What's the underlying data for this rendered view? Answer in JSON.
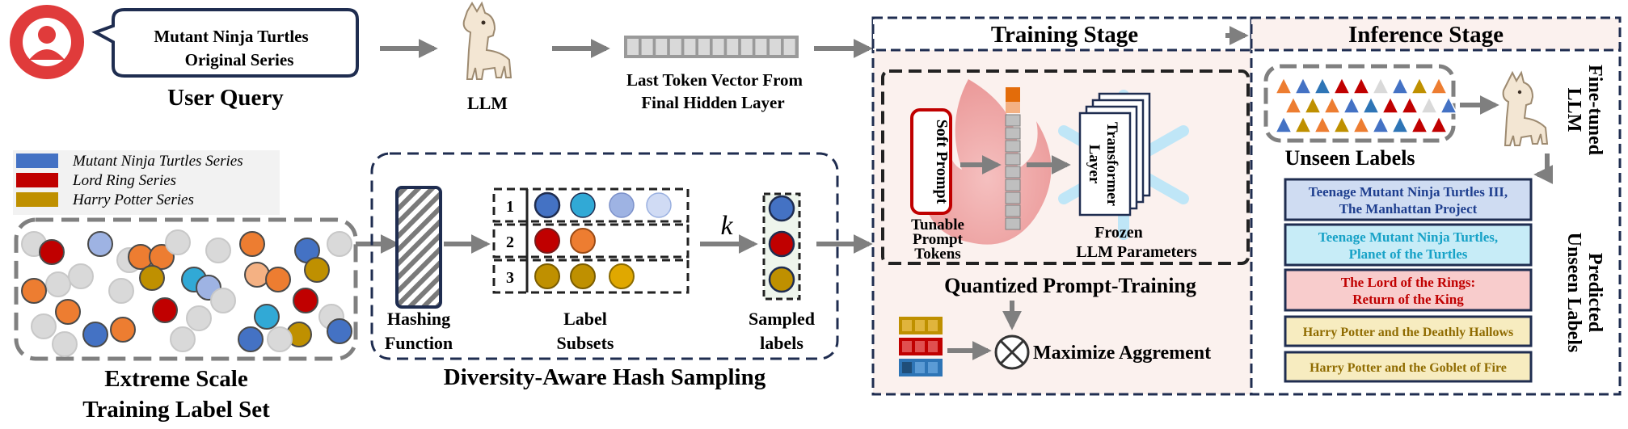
{
  "user_query": {
    "bubble_line1": "Mutant Ninja Turtles",
    "bubble_line2": "Original Series",
    "caption": "User Query"
  },
  "llm": {
    "caption": "LLM"
  },
  "token_vector": {
    "line1": "Last Token Vector From",
    "line2": "Final Hidden Layer"
  },
  "legend": [
    {
      "label": "Mutant Ninja Turtles Series",
      "color": "#4472c4"
    },
    {
      "label": "Lord Ring Series",
      "color": "#c00000"
    },
    {
      "label": "Harry Potter Series",
      "color": "#bf9000"
    }
  ],
  "label_set": {
    "line1": "Extreme Scale",
    "line2": "Training Label Set"
  },
  "hash_sampling": {
    "title": "Diversity-Aware Hash Sampling",
    "hash_line1": "Hashing",
    "hash_line2": "Function",
    "rows": [
      "1",
      "2",
      "3"
    ],
    "subsets_line1": "Label",
    "subsets_line2": "Subsets",
    "k": "k",
    "sampled_line1": "Sampled",
    "sampled_line2": "labels"
  },
  "training": {
    "title": "Training Stage",
    "soft_prompt": "Soft Prompt",
    "tunable_line1": "Tunable",
    "tunable_line2": "Prompt",
    "tunable_line3": "Tokens",
    "transformer_line1": "Transformer",
    "transformer_line2": "Layer",
    "frozen_line1": "Frozen",
    "frozen_line2": "LLM Parameters",
    "quantized": "Quantized Prompt-Training",
    "maximize": "Maximize Aggrement"
  },
  "inference": {
    "title": "Inference Stage",
    "finetuned_line1": "Fine-tuned",
    "finetuned_line2": "LLM",
    "unseen": "Unseen Labels",
    "predicted_line1": "Predicted",
    "predicted_line2": "Unseen Labels",
    "predictions": [
      {
        "line1": "Teenage Mutant Ninja Turtles III,",
        "line2": "The Manhattan Project",
        "fill": "#cfdcf2",
        "text": "#1f3f8f"
      },
      {
        "line1": "Teenage Mutant Ninja Turtles,",
        "line2": "Planet of the Turtles",
        "fill": "#c7ecf7",
        "text": "#17a2c7"
      },
      {
        "line1": "The Lord of the Rings:",
        "line2": "Return of the King",
        "fill": "#f8cccc",
        "text": "#c00000"
      },
      {
        "line1": "Harry Potter and the Deathly Hallows",
        "line2": "",
        "fill": "#f7ecc0",
        "text": "#8f6b00"
      },
      {
        "line1": "Harry Potter and the Goblet of Fire",
        "line2": "",
        "fill": "#f7ecc0",
        "text": "#8f6b00"
      }
    ]
  },
  "colors": {
    "navy": "#1f2d50",
    "gray_arrow": "#7f7f7f",
    "blue": "#4472c4",
    "red": "#c00000",
    "gold": "#bf9000",
    "orange": "#ed7d31",
    "cyan": "#31a9d6",
    "training_bg": "#fbf1ee"
  }
}
